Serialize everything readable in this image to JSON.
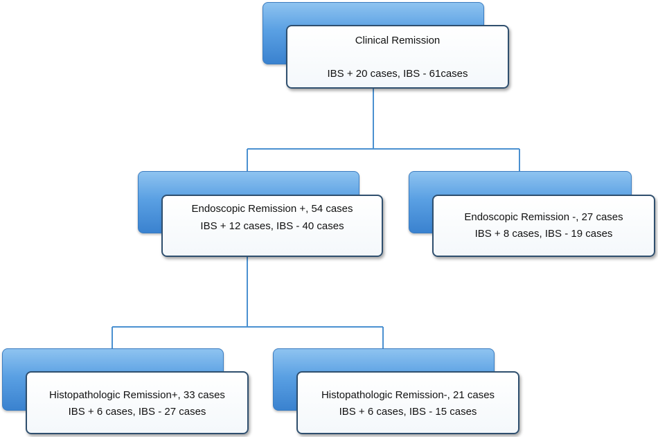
{
  "nodes": {
    "clinical": {
      "title": "Clinical Remission",
      "detail": "IBS + 20 cases, IBS - 61cases"
    },
    "endo_pos": {
      "title": "Endoscopic Remission +,  54 cases",
      "detail": "IBS +  12 cases, IBS - 40 cases"
    },
    "endo_neg": {
      "title": "Endoscopic Remission  -, 27 cases",
      "detail": "IBS + 8 cases, IBS - 19 cases"
    },
    "histo_pos": {
      "title": "Histopathologic  Remission+,  33 cases",
      "detail": "IBS + 6 cases, IBS - 27 cases"
    },
    "histo_neg": {
      "title": "Histopathologic  Remission-, 21 cases",
      "detail": "IBS + 6 cases, IBS - 15 cases"
    }
  },
  "colors": {
    "connector": "#4a90d0",
    "box_back": "#5aa0e3",
    "box_border": "#2f4f6e"
  }
}
